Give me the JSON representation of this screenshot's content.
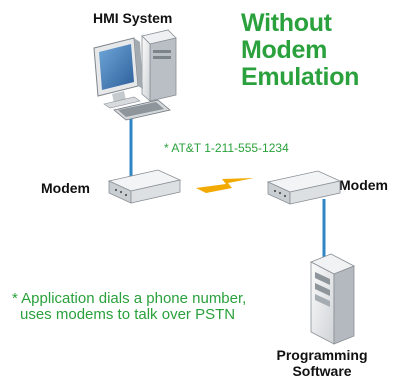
{
  "title": "Without Modem Emulation",
  "nodes": {
    "hmi": "HMI System",
    "modem_left": "Modem",
    "modem_right": "Modem",
    "programming_line1": "Programming",
    "programming_line2": "Software"
  },
  "phone_note": "* AT&T 1-211-555-1234",
  "footnote_line1": "* Application dials a phone number,",
  "footnote_line2": "uses modems to talk over PSTN",
  "colors": {
    "accent_green": "#2aa13c",
    "link_blue": "#2f86c4",
    "lightning": "#f2a900"
  }
}
